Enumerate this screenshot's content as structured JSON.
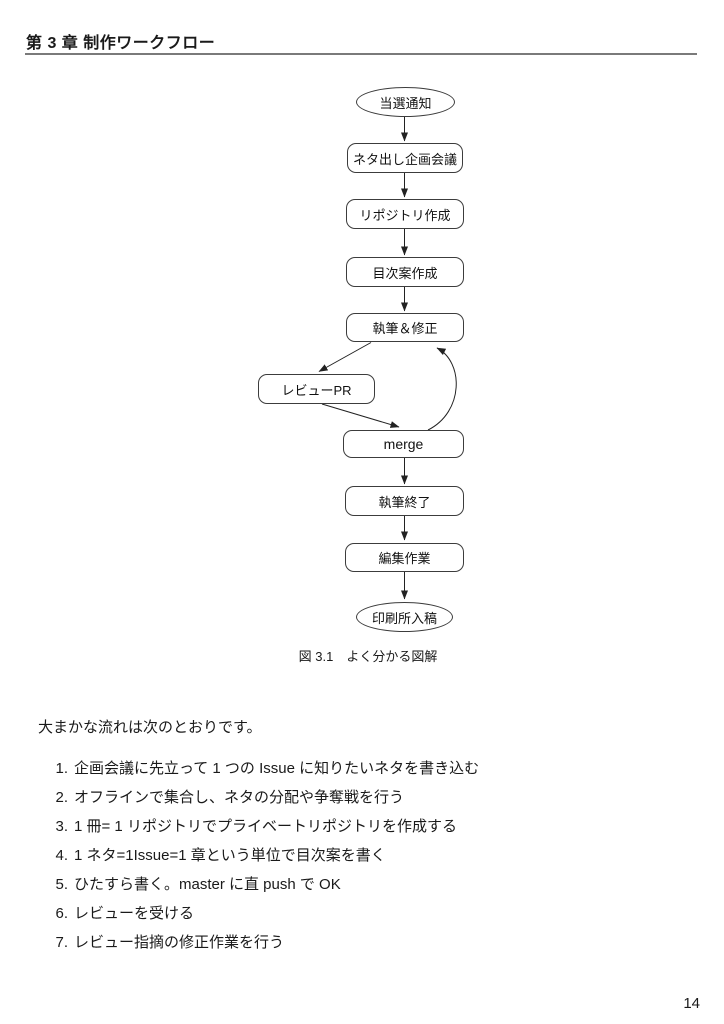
{
  "header": {
    "title": "第 3 章 制作ワークフロー"
  },
  "figure": {
    "caption": "図 3.1　よく分かる図解"
  },
  "flowchart": {
    "nodes": [
      {
        "id": "start",
        "label": "当選通知",
        "shape": "terminal"
      },
      {
        "id": "ideas",
        "label": "ネタ出し企画会議",
        "shape": "process"
      },
      {
        "id": "repo",
        "label": "リポジトリ作成",
        "shape": "process"
      },
      {
        "id": "toc",
        "label": "目次案作成",
        "shape": "process"
      },
      {
        "id": "write",
        "label": "執筆＆修正",
        "shape": "process"
      },
      {
        "id": "review",
        "label": "レビューPR",
        "shape": "process"
      },
      {
        "id": "merge",
        "label": "merge",
        "shape": "process"
      },
      {
        "id": "finish",
        "label": "執筆終了",
        "shape": "process"
      },
      {
        "id": "editing",
        "label": "編集作業",
        "shape": "process"
      },
      {
        "id": "print",
        "label": "印刷所入稿",
        "shape": "terminal"
      }
    ],
    "edges": [
      {
        "from": "当選通知",
        "to": "ネタ出し企画会議"
      },
      {
        "from": "ネタ出し企画会議",
        "to": "リポジトリ作成"
      },
      {
        "from": "リポジトリ作成",
        "to": "目次案作成"
      },
      {
        "from": "目次案作成",
        "to": "執筆＆修正"
      },
      {
        "from": "執筆＆修正",
        "to": "レビューPR"
      },
      {
        "from": "レビューPR",
        "to": "merge"
      },
      {
        "from": "merge",
        "to": "執筆＆修正"
      },
      {
        "from": "merge",
        "to": "執筆終了"
      },
      {
        "from": "執筆終了",
        "to": "編集作業"
      },
      {
        "from": "編集作業",
        "to": "印刷所入稿"
      }
    ],
    "line_color": "#222222"
  },
  "body": {
    "intro": "大まかな流れは次のとおりです。",
    "list": [
      {
        "num": "1.",
        "text": "企画会議に先立って 1 つの Issue に知りたいネタを書き込む"
      },
      {
        "num": "2.",
        "text": "オフラインで集合し、ネタの分配や争奪戦を行う"
      },
      {
        "num": "3.",
        "text": "1 冊= 1 リポジトリでプライベートリポジトリを作成する"
      },
      {
        "num": "4.",
        "text": "1 ネタ=1Issue=1 章という単位で目次案を書く"
      },
      {
        "num": "5.",
        "text": "ひたすら書く。master に直 push で OK"
      },
      {
        "num": "6.",
        "text": "レビューを受ける"
      },
      {
        "num": "7.",
        "text": "レビュー指摘の修正作業を行う"
      }
    ]
  },
  "footer": {
    "page_number": "14"
  }
}
